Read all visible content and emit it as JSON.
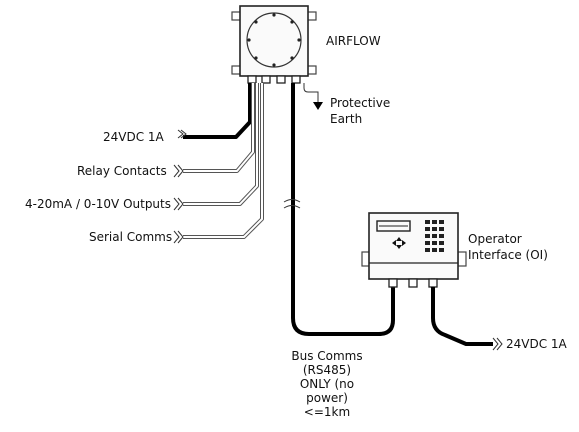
{
  "labels": {
    "airflow": "AIRFLOW",
    "protective_earth_1": "Protective",
    "protective_earth_2": "Earth",
    "power_in": "24VDC 1A",
    "relay": "Relay Contacts",
    "outputs": "4-20mA / 0-10V Outputs",
    "serial": "Serial Comms",
    "oi_1": "Operator",
    "oi_2": "Interface (OI)",
    "oi_power": "24VDC 1A",
    "bus_1": "Bus Comms",
    "bus_2": "(RS485)",
    "bus_3": "ONLY (no",
    "bus_4": "power)",
    "bus_5": "<=1km"
  }
}
